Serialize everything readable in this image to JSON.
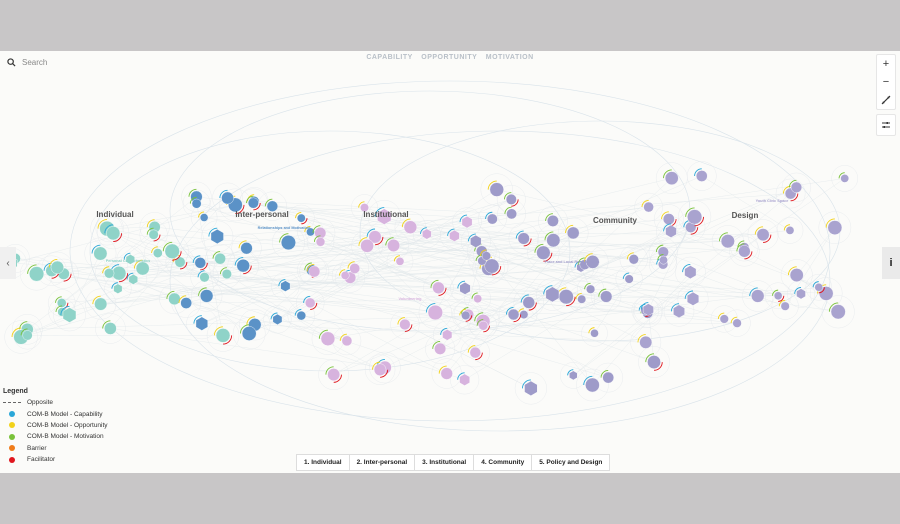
{
  "search": {
    "placeholder": "Search"
  },
  "com_b": [
    "CAPABILITY",
    "OPPORTUNITY",
    "MOTIVATION"
  ],
  "clusters": [
    {
      "label": "Individual",
      "sub": "Personal Characteristics"
    },
    {
      "label": "Inter-personal",
      "sub": "Relationships and Motivation"
    },
    {
      "label": "Institutional",
      "sub": "Volunteering"
    },
    {
      "label": "Community",
      "sub": "Place and Local Relationships"
    },
    {
      "label": "Design",
      "sub": "Youth Civic Space"
    }
  ],
  "legend": {
    "title": "Legend",
    "items": [
      {
        "label": "Opposite",
        "kind": "dash"
      },
      {
        "label": "COM-B Model - Capability",
        "color": "#2aa7d8"
      },
      {
        "label": "COM-B Model - Opportunity",
        "color": "#f2d21a"
      },
      {
        "label": "COM-B Model - Motivation",
        "color": "#79c23a"
      },
      {
        "label": "Barrier",
        "color": "#f07c1a"
      },
      {
        "label": "Facilitator",
        "color": "#e0161e"
      }
    ]
  },
  "levels": [
    "1. Individual",
    "2. Inter-personal",
    "3. Institutional",
    "4. Community",
    "5. Policy and Design"
  ],
  "toolbar": {
    "zoom_in": "+",
    "zoom_out": "−"
  },
  "colors": {
    "individual": "#8fd3c8",
    "interpersonal": "#5b92c7",
    "institutional": "#d7b3de",
    "community": "#9e9bc9",
    "design": "#a9a3cf"
  }
}
